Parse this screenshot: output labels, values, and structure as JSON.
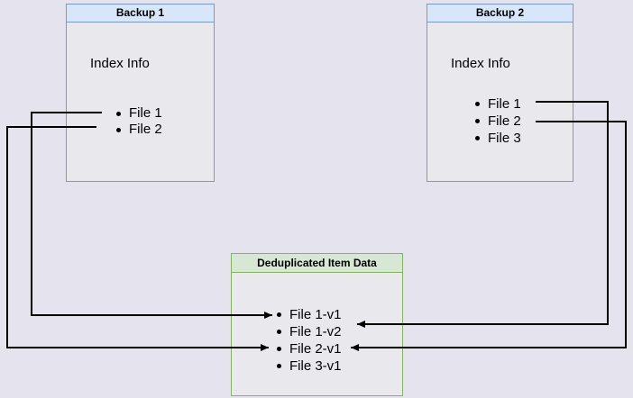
{
  "diagram": {
    "backup1": {
      "title": "Backup 1",
      "subtitle": "Index Info",
      "files": [
        "File 1",
        "File 2"
      ]
    },
    "backup2": {
      "title": "Backup 2",
      "subtitle": "Index Info",
      "files": [
        "File 1",
        "File 2",
        "File 3"
      ]
    },
    "dedup": {
      "title": "Deduplicated Item Data",
      "items": [
        "File 1-v1",
        "File 1-v2",
        "File 2-v1",
        "File 3-v1"
      ]
    },
    "connections": [
      {
        "from": "Backup 1 / File 1",
        "to": "Deduplicated Item Data / File 1-v1"
      },
      {
        "from": "Backup 1 / File 2",
        "to": "Deduplicated Item Data / File 2-v1"
      },
      {
        "from": "Backup 2 / File 1",
        "to": "Deduplicated Item Data / File 1-v2"
      },
      {
        "from": "Backup 2 / File 2",
        "to": "Deduplicated Item Data / File 2-v1"
      }
    ],
    "colors": {
      "page_bg": "#e4e3ee",
      "box_fill": "#e9e8ed",
      "blue_header_fill": "#d8e6fa",
      "blue_border": "#7b99c7",
      "green_header_fill": "#d6e8d4",
      "green_border": "#85b366",
      "arrow": "#000000"
    }
  }
}
